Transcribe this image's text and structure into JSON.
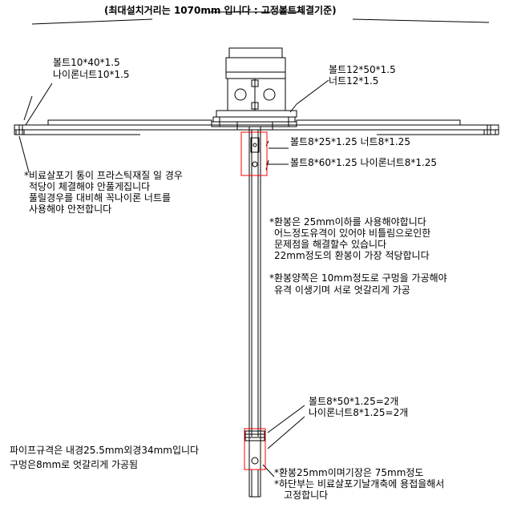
{
  "title": "(최대설치거리는 1070mm 입니다 : 고정볼트체결기준)",
  "labels": {
    "bolt_top_left_1": "볼트10*40*1.5",
    "bolt_top_left_2": "나이론너트10*1.5",
    "bolt_top_right_1": "볼트12*50*1.5",
    "bolt_top_right_2": "너트12*1.5",
    "bolt_825": "볼트8*25*1.25 너트8*1.25",
    "bolt_860": "볼트8*60*1.25 나이론너트8*1.25",
    "note_plastic_1": "*비료살포기 통이 프라스틱재질 일 경우",
    "note_plastic_2": "적당이 체결해야 안풀게집니다",
    "note_plastic_3": "풀릴경우를 대비해 꼭나이론 너트를",
    "note_plastic_4": "사용해야 안전합니다",
    "note_rod_1": "*환봉은 25mm이하를 사용해야합니다",
    "note_rod_2": "어느정도유격이 있어야 비틀림으로인한",
    "note_rod_3": "문제점을 해결할수 있습니다",
    "note_rod_4": "22mm정도의 환봉이 가장 적당합니다",
    "note_hole_1": "*환봉양쪽은 10mm정도로 구멍을 가공해야",
    "note_hole_2": "유격 이생기며  서로 엇갈리게 가공",
    "bolt_850_1": "볼트8*50*1.25=2개",
    "bolt_850_2": "나이론너트8*1.25=2개",
    "pipe_1": "파이프규격은 내경25.5mm외경34mm입니다",
    "pipe_2": "구멍은8mm로 엇갈리게 가공됨",
    "note_bottom_1": "*환봉25mm이며기장은 75mm정도",
    "note_bottom_2": "*하단부는 비료살포기날개축에 용접을해서",
    "note_bottom_3": "고정합니다"
  },
  "colors": {
    "line": "#000000",
    "highlight": "#ff0000"
  }
}
